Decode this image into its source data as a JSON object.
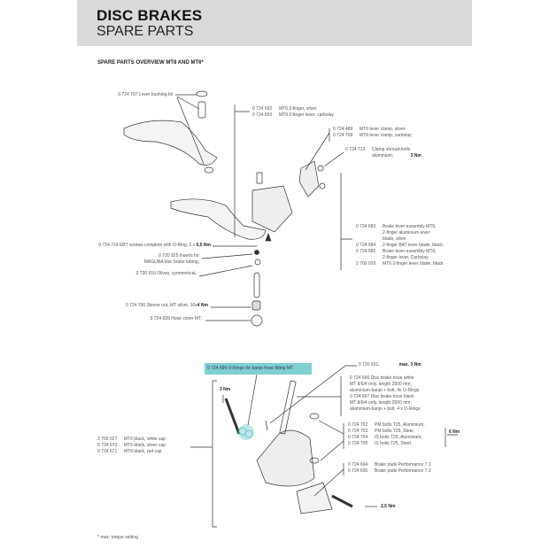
{
  "header": {
    "title": "DISC BRAKES",
    "subtitle": "SPARE PARTS"
  },
  "section_title": "SPARE PARTS OVERVIEW MT8 AND MT6*",
  "lever": {
    "bushing": "0 724 707 Lever bushing-kit",
    "two_finger": [
      {
        "no": "0 724 692",
        "desc": "MT6 2-finger, silver"
      },
      {
        "no": "0 724 693",
        "desc": "MT8 2-finger lever, carbolay"
      }
    ],
    "clamp": [
      {
        "no": "0 724 489",
        "desc": "MT6 lever clamp, silver"
      },
      {
        "no": "0 724 709",
        "desc": "MT8 lever clamp, carbolay"
      }
    ],
    "shroud": {
      "no": "0 724 713",
      "desc": "Clamp shroud-bolts",
      "desc2": "aluminium,",
      "torque": "3 Nm"
    },
    "assembly": [
      {
        "no": "0 724 683",
        "desc": "Brake lever assembly MT6,"
      },
      {
        "no": "",
        "desc": "2-finger aluminium lever"
      },
      {
        "no": "",
        "desc": "blade, silver"
      },
      {
        "no": "0 724 684",
        "desc": "2-finger BAT lever blade, black"
      },
      {
        "no": "0 724 685",
        "desc": "Brake lever assembly MT8,"
      },
      {
        "no": "",
        "desc": "2-finger lever, Carbolay"
      },
      {
        "no": "2 700 029",
        "desc": "MT6 2-finger lever blade, black"
      }
    ],
    "ebt": "0 724 714 EBT screws complete with O-Ring, 2 x",
    "ebt_torque": "0,5 Nm",
    "inserts1": "0 720 925 Inserts for",
    "inserts2": "MAGURA disc brake tubing,",
    "olives": "0 720 916 Olives, symmetrical,",
    "sleeve": "0 724 700 Sleeve nut, MT silver, 10x",
    "sleeve_torque": "4 Nm",
    "hosecover": "0 724 699 Hose cover MT,"
  },
  "caliper": {
    "orings": "0 724 696 O-Rings for banjo hose fitting MT.",
    "bleed": {
      "no": "0 720 931,",
      "torque": "max. 3 Nm"
    },
    "hose": [
      "0 724 696   Disc brake hose white",
      "MT 8/6/4 only, length 2500 mm;",
      "aluminium-banjo + bolt, 4x O-Rings",
      "0 724 697     Disc brake hose black",
      "MT 8/6/4 only, length 2500 mm;",
      "aluminium-banjo + bolt,  4 x O-Rings"
    ],
    "bolts": [
      {
        "no": "0 724 702",
        "desc": "PM bolts T25, Aluminium,"
      },
      {
        "no": "0 724 703",
        "desc": "PM bolts T25, Steel,"
      },
      {
        "no": "0 724 704",
        "desc": "IS bolts T25, Aluminium,"
      },
      {
        "no": "0 724 705",
        "desc": "IS bolts T25, Steel,"
      }
    ],
    "bolts_torque": "6 Nm",
    "pads": [
      {
        "no": "0 724 694",
        "desc": "Brake pads Performance 7.1"
      },
      {
        "no": "0 724 695",
        "desc": "Brake pads Performance 7.2"
      }
    ],
    "pad_torque": "2,5 Nm",
    "banjo_torque": "3 Nm",
    "calipers": [
      {
        "no": "2 700 027",
        "desc": "MT6 black, white cap"
      },
      {
        "no": "0 724 670",
        "desc": "MT6 black, silver cap"
      },
      {
        "no": "0 724 671",
        "desc": "MT8 black, red cap"
      }
    ]
  },
  "footnote": "* max. torque setting",
  "colors": {
    "band": "#dadada",
    "highlight": "#7fd0d0"
  }
}
